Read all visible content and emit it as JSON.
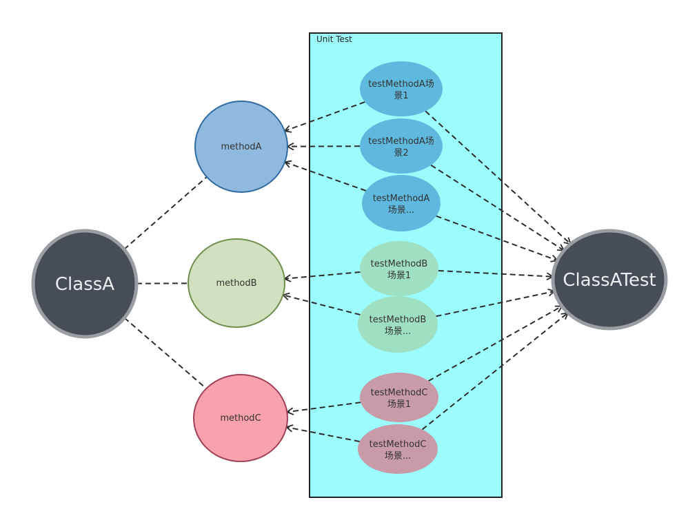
{
  "group": {
    "label": "Unit Test",
    "fill": "#9cfcfc",
    "stroke": "#222222"
  },
  "nodes": {
    "classA": {
      "label": "ClassA",
      "fill": "#474d57",
      "stroke": "#9a9da2"
    },
    "classATest": {
      "label": "ClassATest",
      "fill": "#474d57",
      "stroke": "#9a9da2"
    },
    "methodA": {
      "label": "methodA",
      "fill": "#8fb9de",
      "stroke": "#2f6aa0"
    },
    "methodB": {
      "label": "methodB",
      "fill": "#d1e0bf",
      "stroke": "#6f8f4e"
    },
    "methodC": {
      "label": "methodC",
      "fill": "#f9a1ad",
      "stroke": "#a04058"
    },
    "tA1": {
      "line1": "testMethodA场",
      "line2": "景1",
      "fill": "#5fb8de"
    },
    "tA2": {
      "line1": "testMethodA场",
      "line2": "景2",
      "fill": "#5fb8de"
    },
    "tA3": {
      "line1": "testMethodA",
      "line2": "场景...",
      "fill": "#5fb8de"
    },
    "tB1": {
      "line1": "testMethodB",
      "line2": "场景1",
      "fill": "#9fdfc2"
    },
    "tB2": {
      "line1": "testMethodB",
      "line2": "场景...",
      "fill": "#9fdfc2"
    },
    "tC1": {
      "line1": "testMethodC",
      "line2": "场景1",
      "fill": "#c99aa8"
    },
    "tC2": {
      "line1": "testMethodC",
      "line2": "场景...",
      "fill": "#c99aa8"
    }
  },
  "edges": [
    {
      "from": "classA",
      "to": "methodA",
      "arrow": false
    },
    {
      "from": "classA",
      "to": "methodB",
      "arrow": false
    },
    {
      "from": "classA",
      "to": "methodC",
      "arrow": false
    },
    {
      "from": "tA1",
      "to": "methodA",
      "arrow": true
    },
    {
      "from": "tA2",
      "to": "methodA",
      "arrow": true
    },
    {
      "from": "tA3",
      "to": "methodA",
      "arrow": true
    },
    {
      "from": "tB1",
      "to": "methodB",
      "arrow": true
    },
    {
      "from": "tB2",
      "to": "methodB",
      "arrow": true
    },
    {
      "from": "tC1",
      "to": "methodC",
      "arrow": true
    },
    {
      "from": "tC2",
      "to": "methodC",
      "arrow": true
    },
    {
      "from": "tA1",
      "to": "classATest",
      "arrow": true
    },
    {
      "from": "tA2",
      "to": "classATest",
      "arrow": true
    },
    {
      "from": "tA3",
      "to": "classATest",
      "arrow": true
    },
    {
      "from": "tB1",
      "to": "classATest",
      "arrow": true
    },
    {
      "from": "tB2",
      "to": "classATest",
      "arrow": true
    },
    {
      "from": "tC1",
      "to": "classATest",
      "arrow": true
    },
    {
      "from": "tC2",
      "to": "classATest",
      "arrow": true
    }
  ]
}
